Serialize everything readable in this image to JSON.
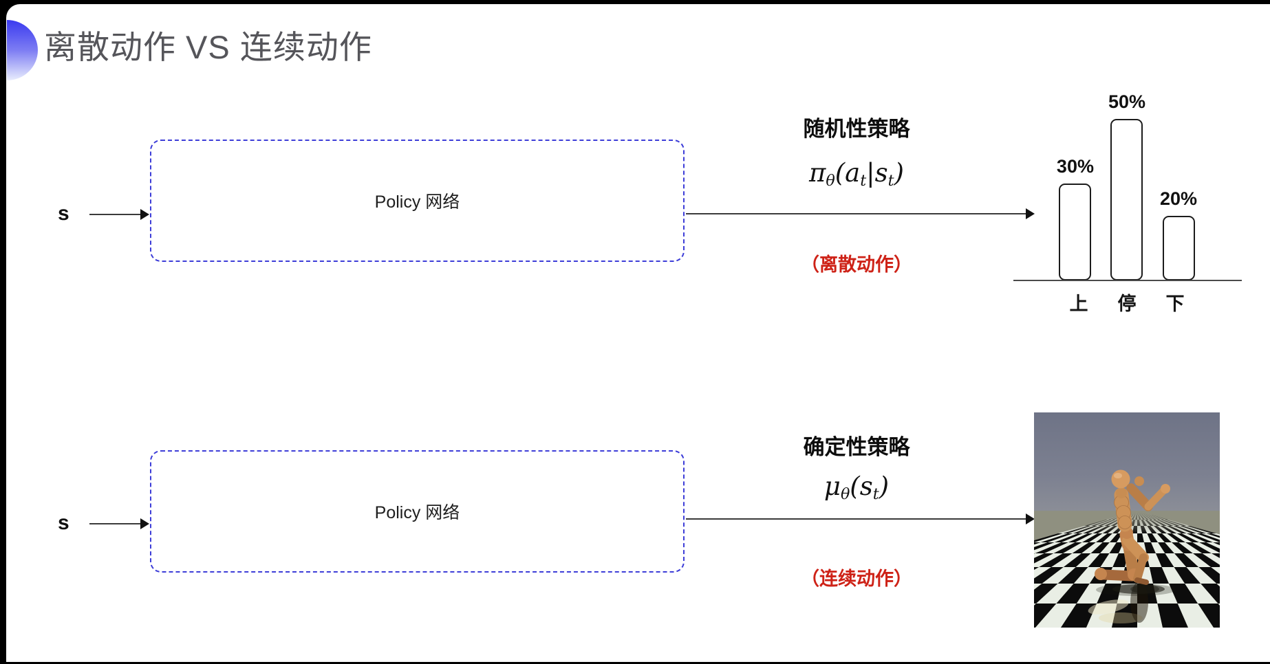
{
  "slide": {
    "title": "离散动作 VS 连续动作"
  },
  "colors": {
    "accent_blue": "#3a3aef",
    "box_border": "#3d3dd8",
    "note_red": "#ce2217",
    "title_gray": "#55555a",
    "sky_top": "#6e7386",
    "sky_bottom": "#8b8e97",
    "floor_far": "#8f9080",
    "checker_light": "#e9eee5",
    "checker_dark": "#0c0c0c",
    "robot_skin": "#cd9257"
  },
  "top_flow": {
    "input_label": "s",
    "box_label": "Policy 网络",
    "policy_name": "随机性策略",
    "formula": [
      {
        "base": "π",
        "sub": "θ"
      },
      {
        "base": "("
      },
      {
        "base": "a",
        "sub": "t"
      },
      {
        "base": "|"
      },
      {
        "base": "s",
        "sub": "t"
      },
      {
        "base": ")"
      }
    ],
    "action_note": "（离散动作）"
  },
  "bottom_flow": {
    "input_label": "s",
    "box_label": "Policy 网络",
    "policy_name": "确定性策略",
    "formula": [
      {
        "base": "μ",
        "sub": "θ"
      },
      {
        "base": "("
      },
      {
        "base": "s",
        "sub": "t"
      },
      {
        "base": ")"
      }
    ],
    "action_note": "（连续动作）"
  },
  "chart_data": {
    "type": "bar",
    "title": "",
    "categories": [
      "上",
      "停",
      "下"
    ],
    "values": [
      30,
      50,
      20
    ],
    "value_labels": [
      "30%",
      "50%",
      "20%"
    ],
    "ylim": [
      0,
      55
    ],
    "grid": false,
    "legend": "none",
    "bar_style": "outlined-rounded-white"
  },
  "robot_image": {
    "alt": "MuJoCo humanoid on checkerboard floor"
  }
}
